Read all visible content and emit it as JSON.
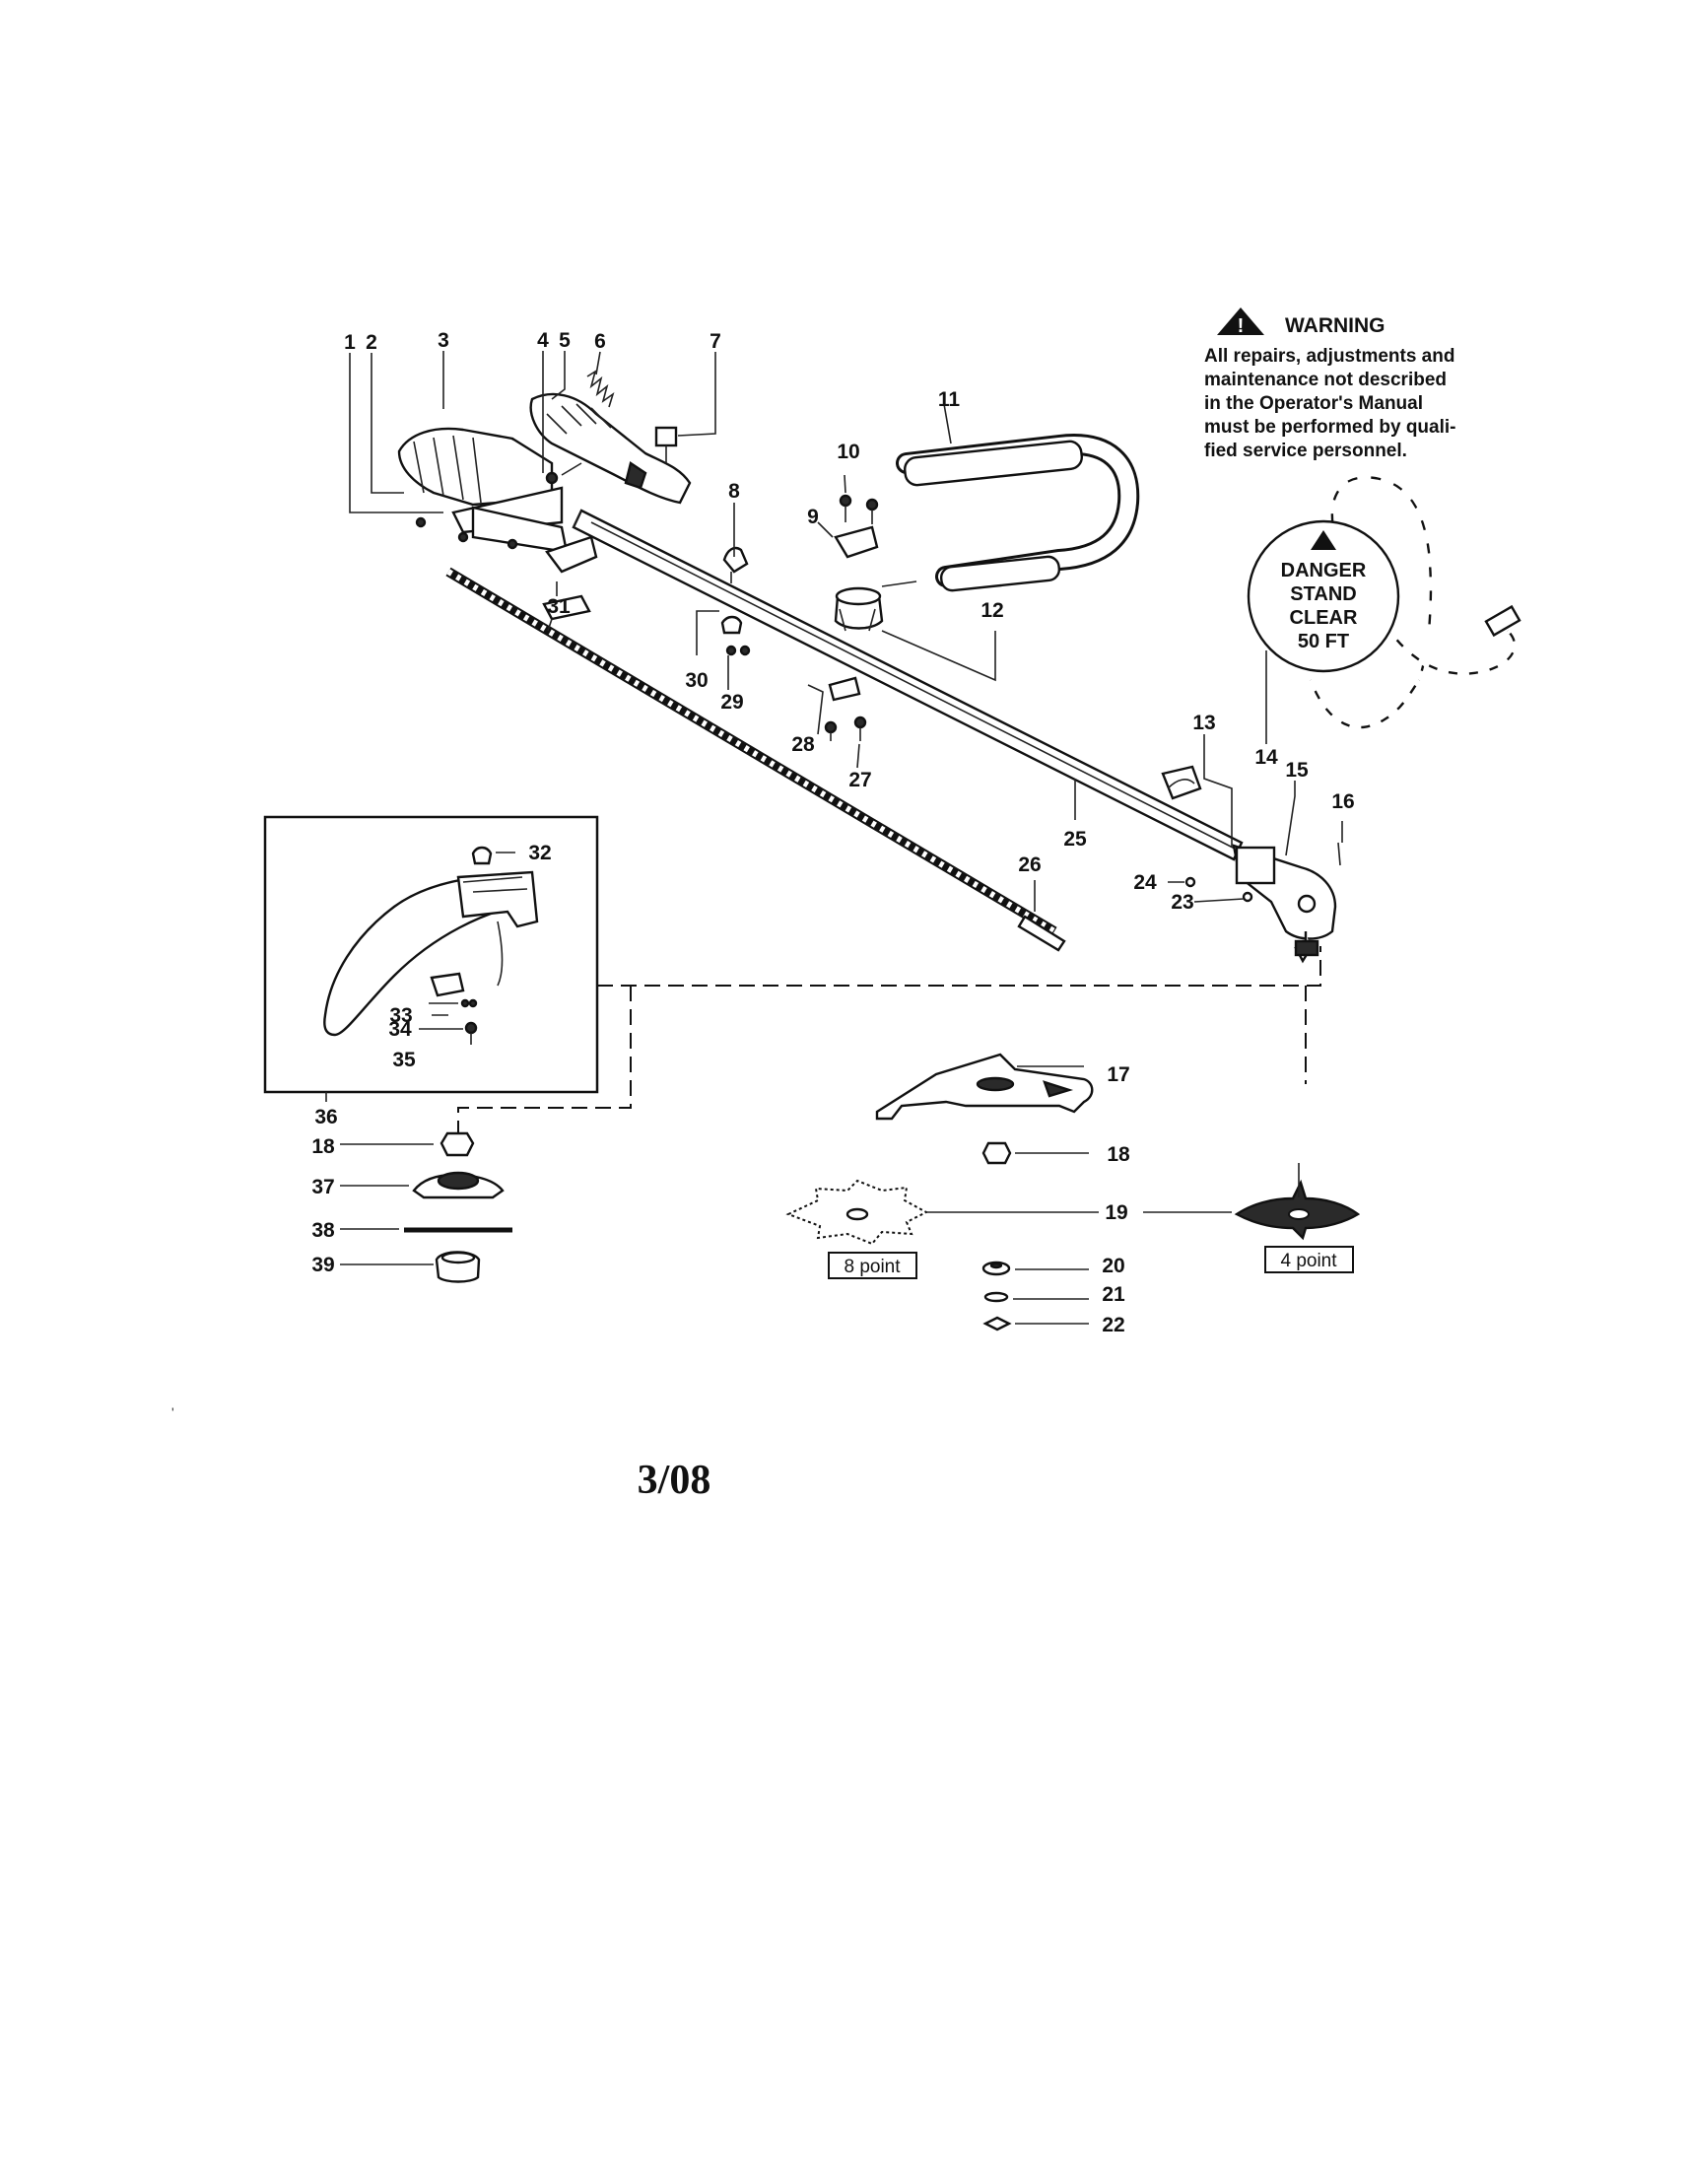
{
  "warning": {
    "title": "WARNING",
    "lines": [
      "All repairs, adjustments and",
      "maintenance not described",
      "in the Operator's Manual",
      "must be performed by quali-",
      "fied service personnel."
    ]
  },
  "danger_decal": {
    "lines": [
      "DANGER",
      "STAND",
      "CLEAR",
      "50 FT"
    ]
  },
  "blade_variants": {
    "eight_point": "8 point",
    "four_point": "4 point"
  },
  "part_labels": {
    "p1": "1",
    "p2": "2",
    "p3": "3",
    "p4": "4",
    "p5": "5",
    "p6": "6",
    "p7": "7",
    "p8": "8",
    "p9": "9",
    "p10": "10",
    "p11": "11",
    "p12": "12",
    "p13": "13",
    "p14": "14",
    "p15": "15",
    "p16": "16",
    "p17": "17",
    "p18a": "18",
    "p18b": "18",
    "p19": "19",
    "p20": "20",
    "p21": "21",
    "p22": "22",
    "p23": "23",
    "p24": "24",
    "p25": "25",
    "p26": "26",
    "p27": "27",
    "p28": "28",
    "p29": "29",
    "p30": "30",
    "p31": "31",
    "p32": "32",
    "p33": "33",
    "p34": "34",
    "p35": "35",
    "p36": "36",
    "p37": "37",
    "p38": "38",
    "p39": "39"
  },
  "footer": {
    "date_code": "3/08"
  },
  "corner_mark": "'"
}
